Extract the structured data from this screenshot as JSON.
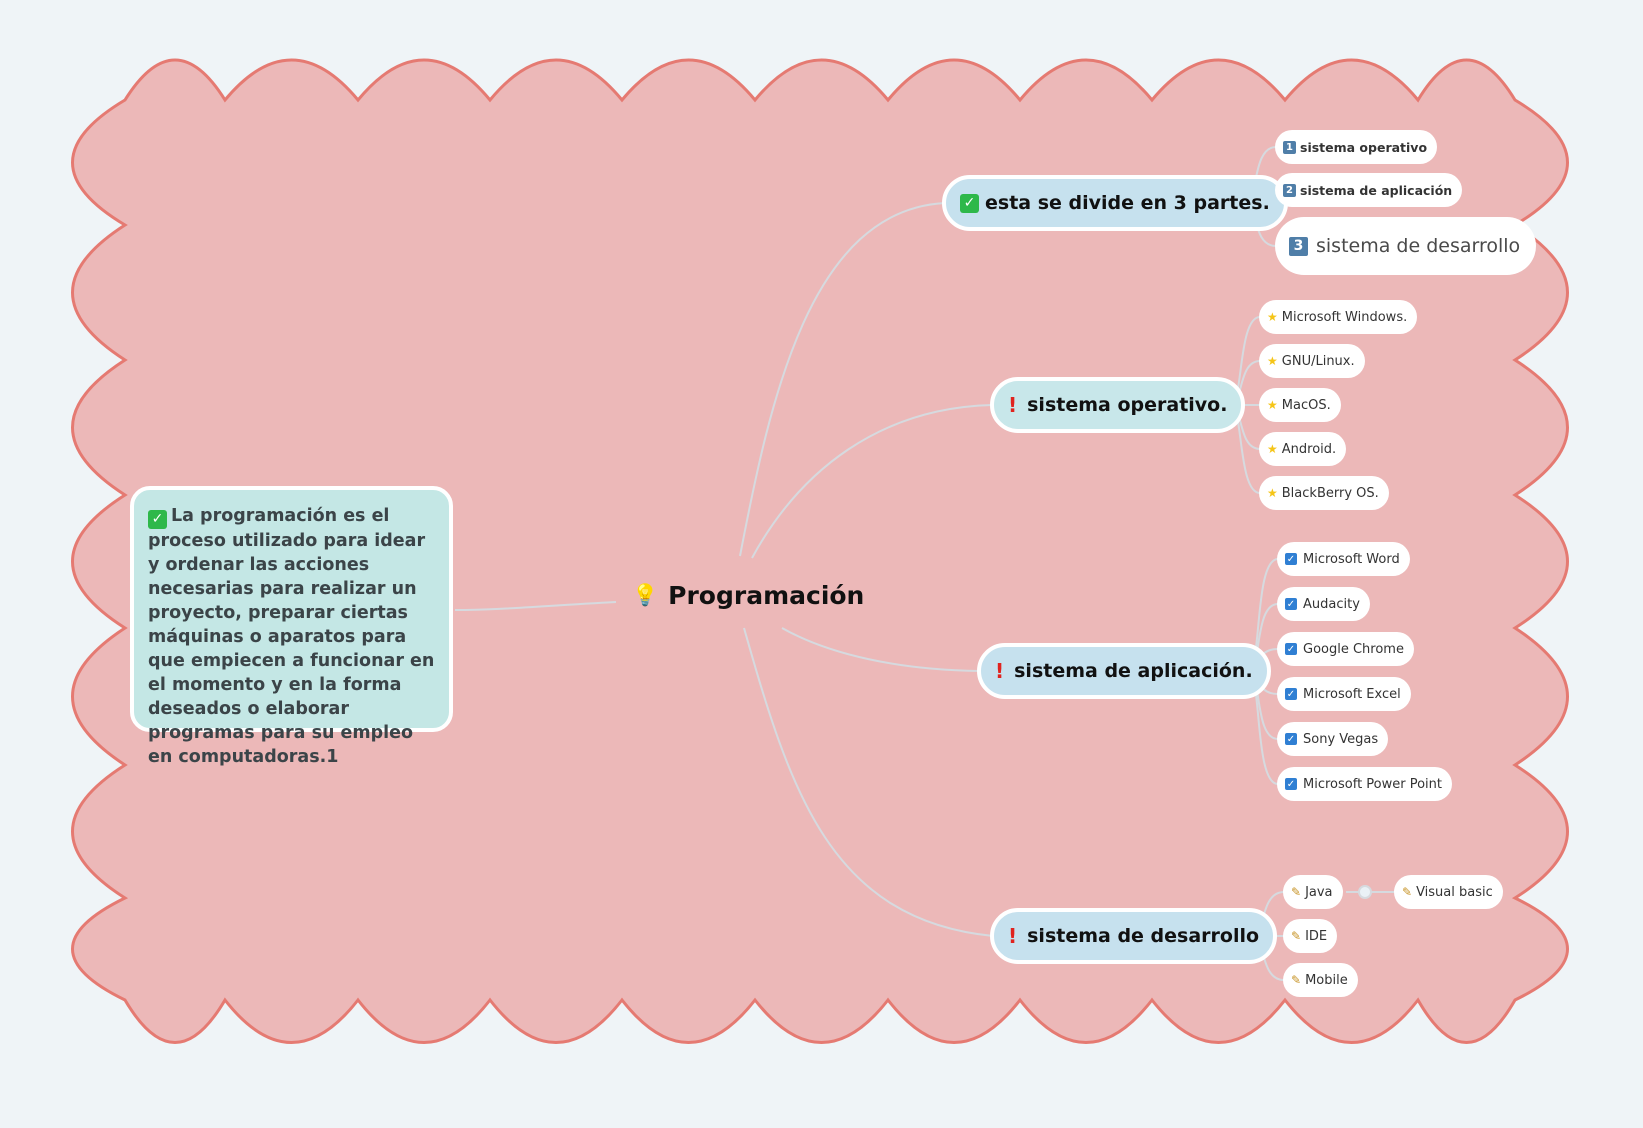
{
  "central": {
    "icon": "lightbulb-icon",
    "label": "Programación"
  },
  "description": {
    "icon": "check-mark-icon",
    "text": "La programación es el proceso utilizado para idear y ordenar las acciones necesarias para realizar un proyecto, preparar ciertas máquinas o aparatos para que empiecen a funcionar en el momento y en la forma deseados o elaborar programas para su empleo en computadoras.1"
  },
  "branches": [
    {
      "icon": "check-mark-icon",
      "label": "esta se divide en 3 partes.",
      "children": [
        {
          "icon": "number-1-icon",
          "glyph": "1",
          "label": "sistema operativo"
        },
        {
          "icon": "number-2-icon",
          "glyph": "2",
          "label": "sistema de  aplicación"
        },
        {
          "icon": "number-3-icon",
          "glyph": "3",
          "label": "sistema de desarrollo"
        }
      ]
    },
    {
      "icon": "exclamation-icon",
      "label": "sistema operativo.",
      "children": [
        {
          "icon": "star-icon",
          "label": "Microsoft Windows."
        },
        {
          "icon": "star-icon",
          "label": "GNU/Linux."
        },
        {
          "icon": "star-icon",
          "label": "MacOS."
        },
        {
          "icon": "star-icon",
          "label": "Android."
        },
        {
          "icon": "star-icon",
          "label": "BlackBerry OS."
        }
      ]
    },
    {
      "icon": "exclamation-icon",
      "label": "sistema de aplicación.",
      "children": [
        {
          "icon": "checkbox-icon",
          "label": "Microsoft Word"
        },
        {
          "icon": "checkbox-icon",
          "label": "Audacity"
        },
        {
          "icon": "checkbox-icon",
          "label": "Google Chrome"
        },
        {
          "icon": "checkbox-icon",
          "label": "Microsoft Excel"
        },
        {
          "icon": "checkbox-icon",
          "label": "Sony Vegas"
        },
        {
          "icon": "checkbox-icon",
          "label": "Microsoft Power Point"
        }
      ]
    },
    {
      "icon": "exclamation-icon",
      "label": "sistema de desarrollo",
      "children": [
        {
          "icon": "pencil-icon",
          "label": "Java"
        },
        {
          "icon": "pencil-icon",
          "label": "IDE"
        },
        {
          "icon": "pencil-icon",
          "label": "Mobile"
        }
      ],
      "sub": {
        "icon": "pencil-icon",
        "label": "Visual basic"
      }
    }
  ],
  "colors": {
    "background": "#eff4f7",
    "cloud_fill": "#ecb8b8",
    "cloud_stroke": "#e57a72",
    "connector": "#d6dadf",
    "branch_fill": "#c6e1ee",
    "description_fill": "#c4e7e5"
  }
}
